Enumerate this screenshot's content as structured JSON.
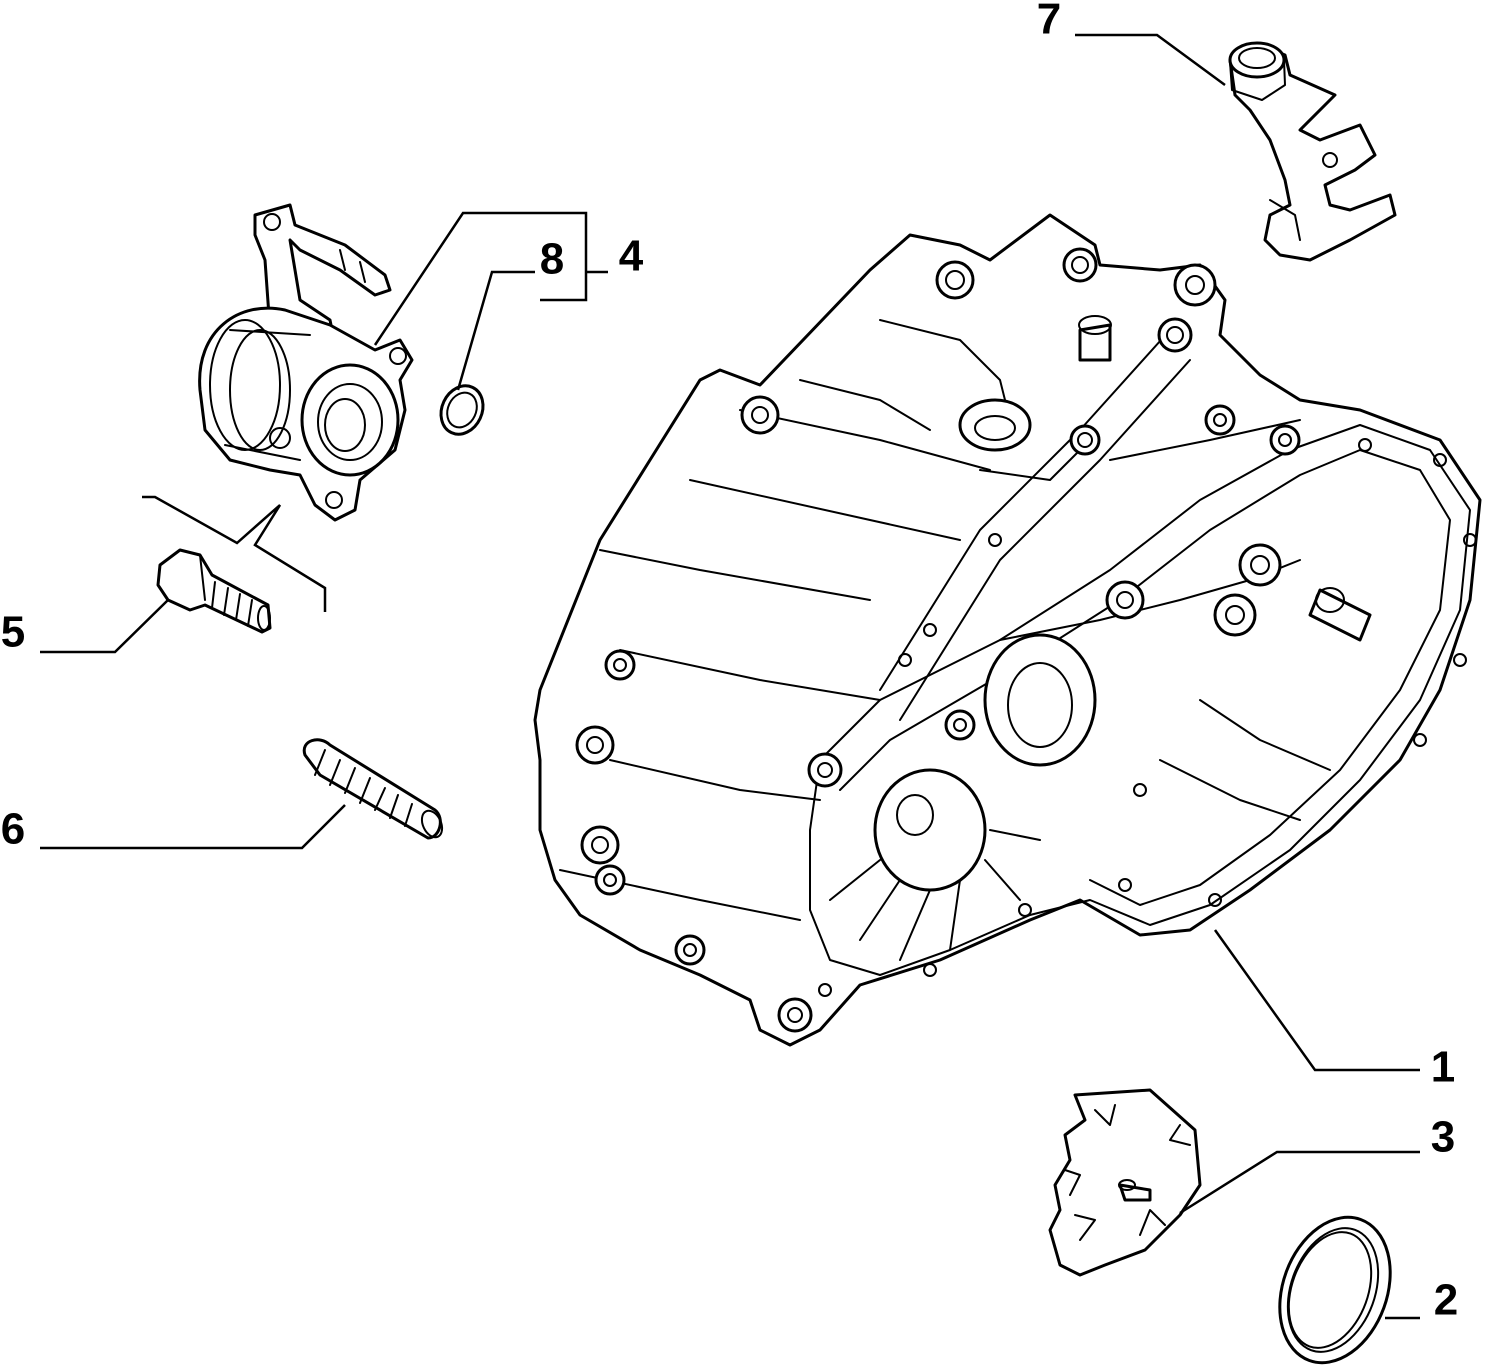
{
  "callouts": {
    "c1": "1",
    "c2": "2",
    "c3": "3",
    "c4": "4",
    "c5": "5",
    "c6": "6",
    "c7": "7",
    "c8": "8"
  },
  "parts": [
    {
      "callout": "1",
      "icon": "gearbox-casing-icon"
    },
    {
      "callout": "2",
      "icon": "seal-ring-icon"
    },
    {
      "callout": "3",
      "icon": "cover-plate-icon"
    },
    {
      "callout": "4",
      "icon": "clutch-release-bearing-icon"
    },
    {
      "callout": "5",
      "icon": "bolt-icon"
    },
    {
      "callout": "6",
      "icon": "stud-icon"
    },
    {
      "callout": "7",
      "icon": "bracket-icon"
    },
    {
      "callout": "8",
      "icon": "o-ring-icon"
    }
  ],
  "colors": {
    "line": "#000000",
    "background": "#ffffff"
  }
}
